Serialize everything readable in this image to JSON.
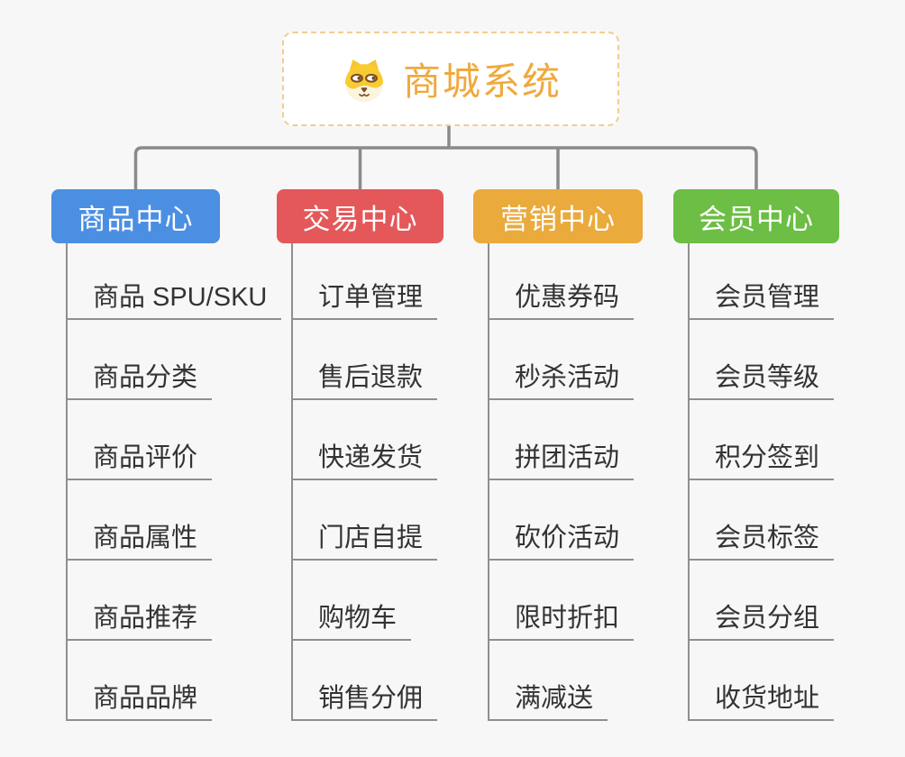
{
  "root": {
    "title": "商城系统",
    "icon": "shiba-dog-icon",
    "title_color": "#f0a93c",
    "border_color": "#f2cd90"
  },
  "connector_color": "#8a8a8a",
  "line_color": "#8f8f8f",
  "background_color": "#f7f7f7",
  "branches": [
    {
      "label": "商品中心",
      "color": "#4b8fe2",
      "items": [
        "商品 SPU/SKU",
        "商品分类",
        "商品评价",
        "商品属性",
        "商品推荐",
        "商品品牌"
      ]
    },
    {
      "label": "交易中心",
      "color": "#e4585a",
      "items": [
        "订单管理",
        "售后退款",
        "快递发货",
        "门店自提",
        "购物车",
        "销售分佣"
      ]
    },
    {
      "label": "营销中心",
      "color": "#eaaa3c",
      "items": [
        "优惠券码",
        "秒杀活动",
        "拼团活动",
        "砍价活动",
        "限时折扣",
        "满减送"
      ]
    },
    {
      "label": "会员中心",
      "color": "#6cbe44",
      "items": [
        "会员管理",
        "会员等级",
        "积分签到",
        "会员标签",
        "会员分组",
        "收货地址"
      ]
    }
  ]
}
